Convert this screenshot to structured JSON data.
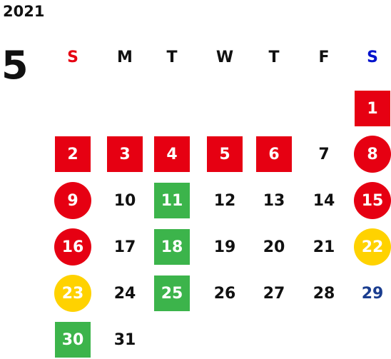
{
  "year": "2021",
  "month": "5",
  "weekdays": [
    "S",
    "M",
    "T",
    "W",
    "T",
    "F",
    "S"
  ],
  "colors": {
    "sunday_header": "#e60012",
    "saturday_header": "#0012cc",
    "holiday_red": "#e60012",
    "special_green": "#3cb44b",
    "highlight_yellow": "#ffd200",
    "saturday_plain": "#1a3d8f"
  },
  "days": [
    {
      "label": "1",
      "style": "square-red"
    },
    {
      "label": "2",
      "style": "square-red"
    },
    {
      "label": "3",
      "style": "square-red"
    },
    {
      "label": "4",
      "style": "square-red"
    },
    {
      "label": "5",
      "style": "square-red"
    },
    {
      "label": "6",
      "style": "square-red"
    },
    {
      "label": "7",
      "style": "plain"
    },
    {
      "label": "8",
      "style": "circle-red"
    },
    {
      "label": "9",
      "style": "circle-red"
    },
    {
      "label": "10",
      "style": "plain"
    },
    {
      "label": "11",
      "style": "square-green"
    },
    {
      "label": "12",
      "style": "plain"
    },
    {
      "label": "13",
      "style": "plain"
    },
    {
      "label": "14",
      "style": "plain"
    },
    {
      "label": "15",
      "style": "circle-red"
    },
    {
      "label": "16",
      "style": "circle-red"
    },
    {
      "label": "17",
      "style": "plain"
    },
    {
      "label": "18",
      "style": "square-green"
    },
    {
      "label": "19",
      "style": "plain"
    },
    {
      "label": "20",
      "style": "plain"
    },
    {
      "label": "21",
      "style": "plain"
    },
    {
      "label": "22",
      "style": "circle-yellow"
    },
    {
      "label": "23",
      "style": "circle-yellow"
    },
    {
      "label": "24",
      "style": "plain"
    },
    {
      "label": "25",
      "style": "square-green"
    },
    {
      "label": "26",
      "style": "plain"
    },
    {
      "label": "27",
      "style": "plain"
    },
    {
      "label": "28",
      "style": "plain"
    },
    {
      "label": "29",
      "style": "plain-saturday"
    },
    {
      "label": "30",
      "style": "square-green"
    },
    {
      "label": "31",
      "style": "plain"
    }
  ]
}
